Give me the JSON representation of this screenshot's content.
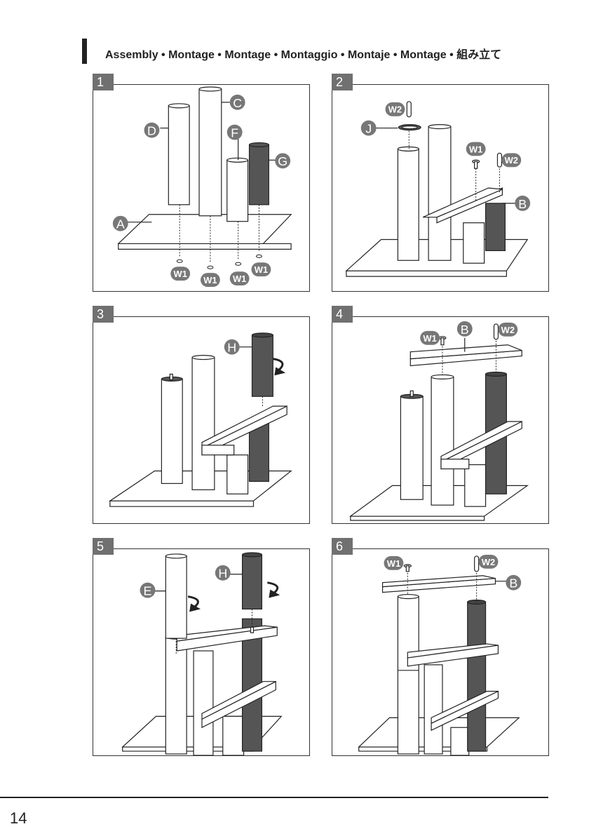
{
  "header": {
    "title": "Assembly • Montage • Montage • Montaggio • Montaje • Montage • 組み立て"
  },
  "steps": [
    {
      "number": "1",
      "labels": {
        "A": "A",
        "C": "C",
        "D": "D",
        "F": "F",
        "G": "G",
        "W1a": "W1",
        "W1b": "W1",
        "W1c": "W1",
        "W1d": "W1"
      }
    },
    {
      "number": "2",
      "labels": {
        "J": "J",
        "W2a": "W2",
        "W1": "W1",
        "W2b": "W2",
        "B": "B"
      }
    },
    {
      "number": "3",
      "labels": {
        "H": "H"
      }
    },
    {
      "number": "4",
      "labels": {
        "W1": "W1",
        "B": "B",
        "W2": "W2"
      }
    },
    {
      "number": "5",
      "labels": {
        "E": "E",
        "H": "H"
      }
    },
    {
      "number": "6",
      "labels": {
        "W1": "W1",
        "W2": "W2",
        "B": "B"
      }
    }
  ],
  "footer": {
    "page_number": "14"
  },
  "colors": {
    "dark_tube": "#555555",
    "label_fill": "#777777",
    "step_box": "#707070"
  }
}
